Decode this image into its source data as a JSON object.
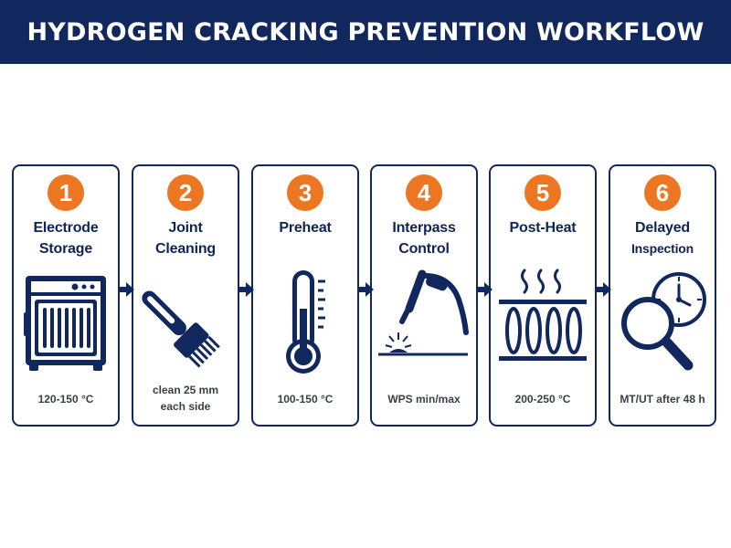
{
  "title": "HYDROGEN CRACKING PREVENTION WORKFLOW",
  "colors": {
    "navy": "#11285f",
    "accent": "#ec7622",
    "text": "#0f2557",
    "value_text": "#3a3f4a"
  },
  "steps": [
    {
      "number": "1",
      "title_line1": "Electrode",
      "title_line2": "Storage",
      "icon": "electrode-oven-icon",
      "value_line1": "120-150 °C",
      "value_line2": ""
    },
    {
      "number": "2",
      "title_line1": "Joint",
      "title_line2": "Cleaning",
      "icon": "wire-brush-icon",
      "value_line1": "clean 25 mm",
      "value_line2": "each side"
    },
    {
      "number": "3",
      "title_line1": "Preheat",
      "title_line2": "",
      "icon": "thermometer-icon",
      "value_line1": "100-150 °C",
      "value_line2": ""
    },
    {
      "number": "4",
      "title_line1": "Interpass",
      "title_line2": "Control",
      "icon": "welding-torch-icon",
      "value_line1": "WPS min/max",
      "value_line2": ""
    },
    {
      "number": "5",
      "title_line1": "Post-Heat",
      "title_line2": "",
      "icon": "heated-plate-icon",
      "value_line1": "200-250 °C",
      "value_line2": ""
    },
    {
      "number": "6",
      "title_line1": "Delayed",
      "title_line2": "Inspection",
      "icon": "magnifier-clock-icon",
      "value_line1": "MT/UT after 48 h",
      "value_line2": ""
    }
  ],
  "connector_icon": "arrow-right-icon"
}
